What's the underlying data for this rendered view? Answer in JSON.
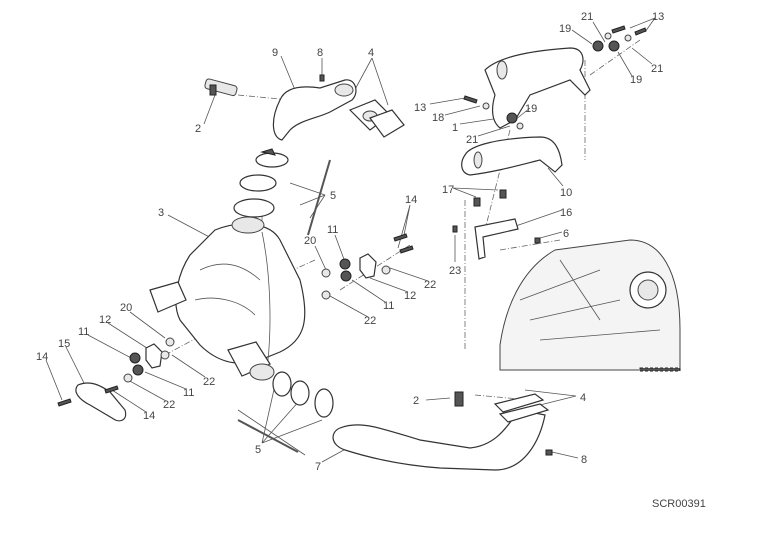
{
  "diagram_code": "SCR00391",
  "callouts": {
    "c9": "9",
    "c8": "8",
    "c4a": "4",
    "c2a": "2",
    "c5a": "5",
    "c3": "3",
    "c14a": "14",
    "c20a": "20",
    "c11a": "11",
    "c22a": "22",
    "c12a": "12",
    "c11b": "11",
    "c22b": "22",
    "c20b": "20",
    "c12b": "12",
    "c11c": "11",
    "c15": "15",
    "c14b": "14",
    "c22c": "22",
    "c11d": "11",
    "c22d": "22",
    "c14c": "14",
    "c5b": "5",
    "c7": "7",
    "c2b": "2",
    "c4b": "4",
    "c8b": "8",
    "c21a": "21",
    "c13a": "13",
    "c19a": "19",
    "c21b": "21",
    "c19b": "19",
    "c13b": "13",
    "c18": "18",
    "c1": "1",
    "c19c": "19",
    "c21c": "21",
    "c10": "10",
    "c17": "17",
    "c16": "16",
    "c6": "6",
    "c23": "23"
  }
}
